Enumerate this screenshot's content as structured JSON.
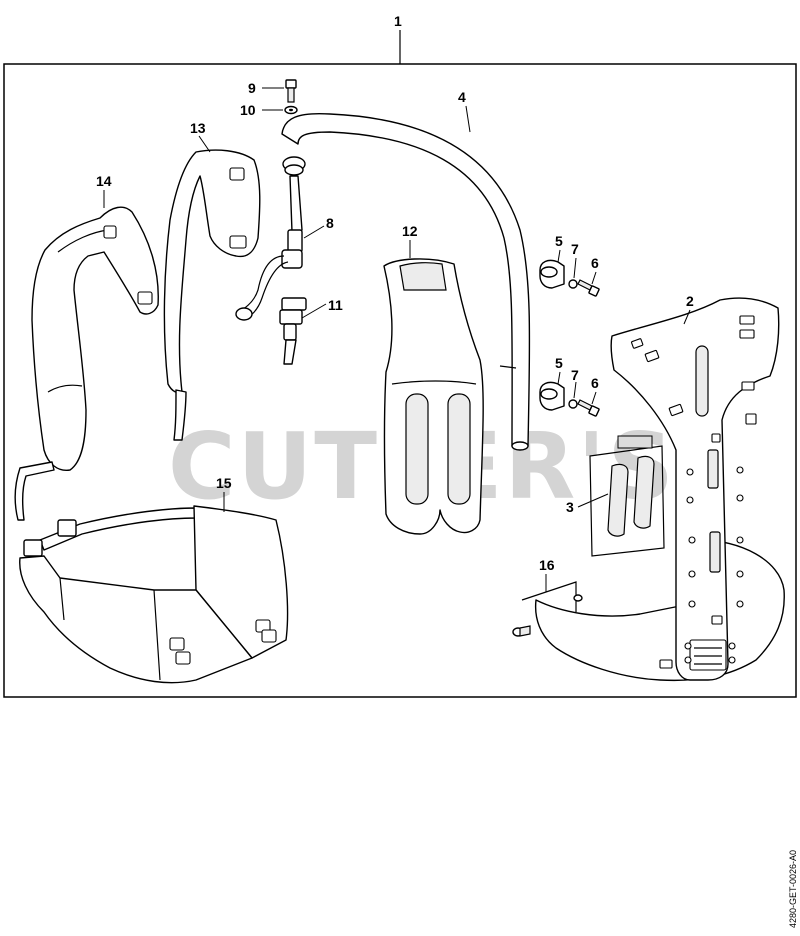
{
  "watermark": "CUTLER'S",
  "drawing_code": "4280-GET-0026-A0",
  "callouts": {
    "c1": "1",
    "c2": "2",
    "c3": "3",
    "c4": "4",
    "c5a": "5",
    "c5b": "5",
    "c6a": "6",
    "c6b": "6",
    "c7a": "7",
    "c7b": "7",
    "c8": "8",
    "c9": "9",
    "c10": "10",
    "c11": "11",
    "c12": "12",
    "c13": "13",
    "c14": "14",
    "c15": "15",
    "c16": "16"
  }
}
